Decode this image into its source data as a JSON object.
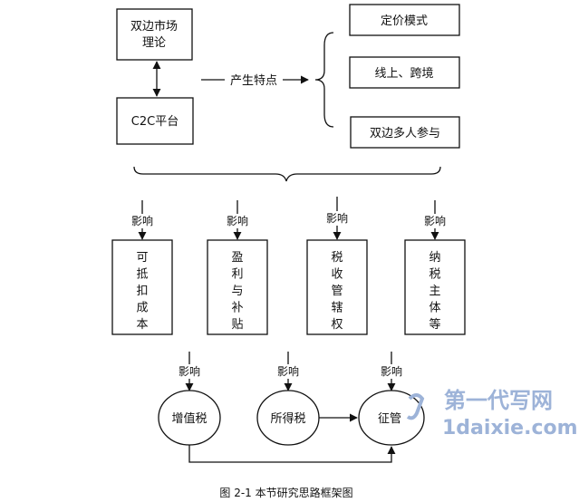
{
  "nodes": {
    "theory": [
      "双边市场",
      "理论"
    ],
    "c2c": "C2C平台",
    "features": "产生特点",
    "pricing": "定价模式",
    "online": "线上、跨境",
    "participants": "双边多人参与",
    "influence": "影响",
    "deduct": "可抵扣成本",
    "profit": "盈利与补贴",
    "taxmgmt": "税收管辖权",
    "taxpayer": "纳税主体等",
    "vat": "增值税",
    "income": "所得税",
    "collection": "征管"
  },
  "caption": "图 2-1  本节研究思路框架图",
  "watermark": {
    "brand": "第一代写网",
    "url": "1daixie.com",
    "color": "#9db3d8"
  }
}
